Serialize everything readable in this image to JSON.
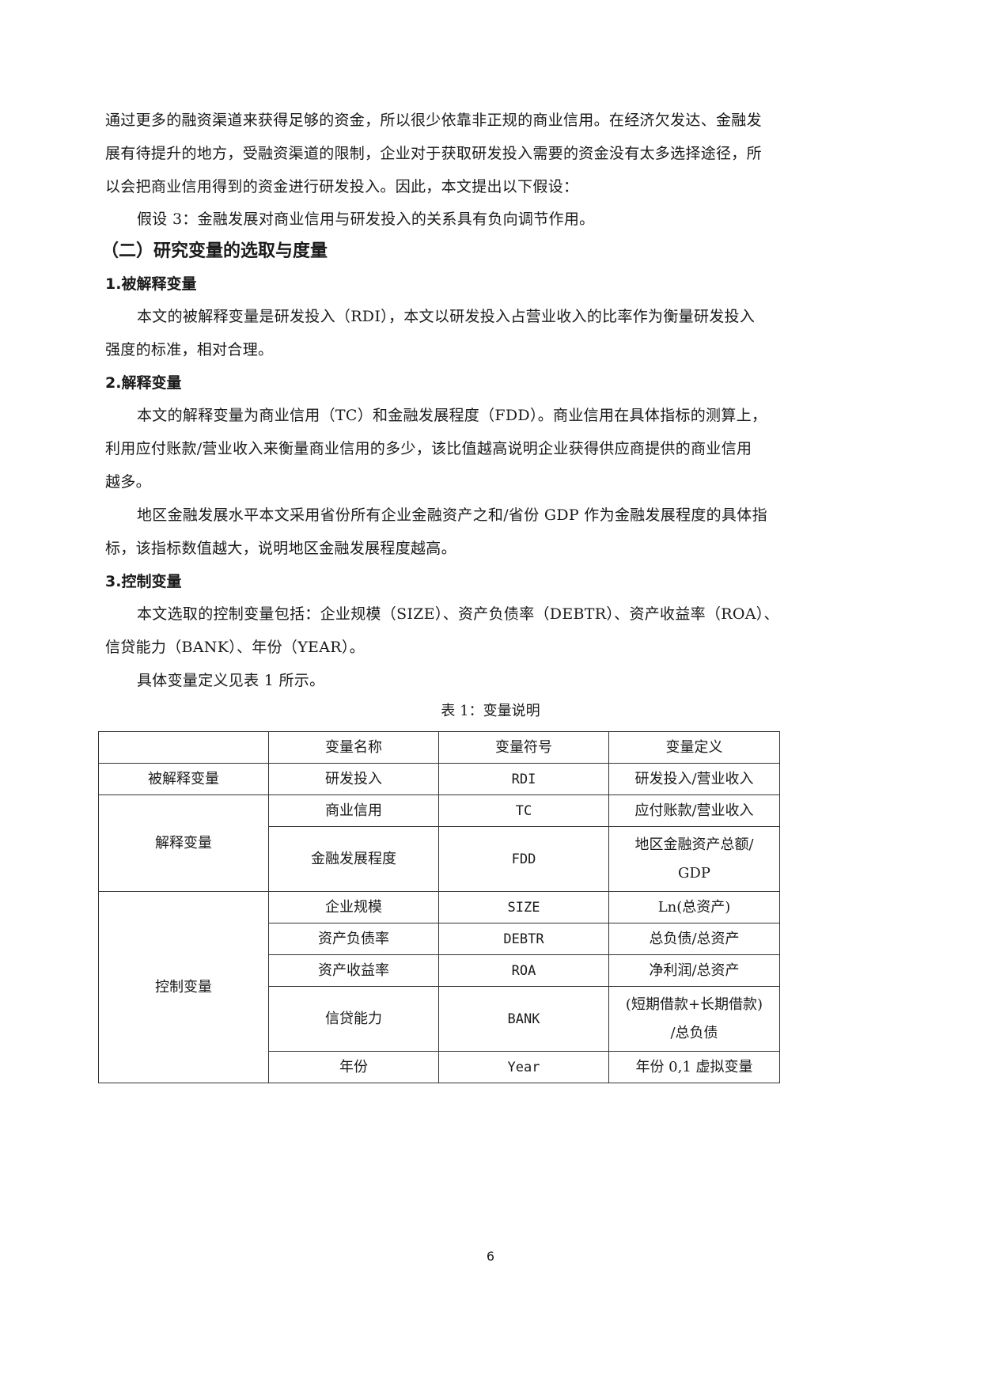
{
  "paragraphs": {
    "p1_lines": [
      "通过更多的融资渠道来获得足够的资金，所以很少依靠非正规的商业信用。在经济欠发达、金融发",
      "展有待提升的地方，受融资渠道的限制，企业对于获取研发投入需要的资金没有太多选择途径，所",
      "以会把商业信用得到的资金进行研发投入。因此，本文提出以下假设："
    ],
    "hypothesis3": "假设 3：金融发展对商业信用与研发投入的关系具有负向调节作用。"
  },
  "section": {
    "heading": "（二）研究变量的选取与度量",
    "sub1": {
      "heading": "1.被解释变量",
      "lines": [
        "本文的被解释变量是研发投入（RDI），本文以研发投入占营业收入的比率作为衡量研发投入",
        "强度的标准，相对合理。"
      ]
    },
    "sub2": {
      "heading": "2.解释变量",
      "lines": [
        "本文的解释变量为商业信用（TC）和金融发展程度（FDD）。商业信用在具体指标的测算上，",
        "利用应付账款/营业收入来衡量商业信用的多少，该比值越高说明企业获得供应商提供的商业信用",
        "越多。"
      ],
      "lines2": [
        "地区金融发展水平本文采用省份所有企业金融资产之和/省份 GDP 作为金融发展程度的具体指",
        "标，该指标数值越大，说明地区金融发展程度越高。"
      ]
    },
    "sub3": {
      "heading": "3.控制变量",
      "lines": [
        "本文选取的控制变量包括：企业规模（SIZE）、资产负债率（DEBTR）、资产收益率（ROA）、",
        "信贷能力（BANK）、年份（YEAR）。"
      ],
      "see_table": "具体变量定义见表 1 所示。"
    }
  },
  "table": {
    "caption": "表 1：变量说明",
    "headers": [
      "",
      "变量名称",
      "变量符号",
      "变量定义"
    ],
    "groups": [
      {
        "category": "被解释变量",
        "rows": [
          {
            "name": "研发投入",
            "symbol": "RDI",
            "definition": "研发投入/营业收入"
          }
        ]
      },
      {
        "category": "解释变量",
        "rows": [
          {
            "name": "商业信用",
            "symbol": "TC",
            "definition": "应付账款/营业收入"
          },
          {
            "name": "金融发展程度",
            "symbol": "FDD",
            "definition_l1": "地区金融资产总额/",
            "definition_l2": "GDP"
          }
        ]
      },
      {
        "category": "控制变量",
        "rows": [
          {
            "name": "企业规模",
            "symbol": "SIZE",
            "definition": "Ln(总资产)"
          },
          {
            "name": "资产负债率",
            "symbol": "DEBTR",
            "definition": "总负债/总资产"
          },
          {
            "name": "资产收益率",
            "symbol": "ROA",
            "definition": "净利润/总资产"
          },
          {
            "name": "信贷能力",
            "symbol": "BANK",
            "definition_l1": "(短期借款+长期借款)",
            "definition_l2": "/总负债"
          },
          {
            "name": "年份",
            "symbol": "Year",
            "definition": "年份 0,1 虚拟变量"
          }
        ]
      }
    ]
  },
  "footer": {
    "page_number": "6"
  }
}
